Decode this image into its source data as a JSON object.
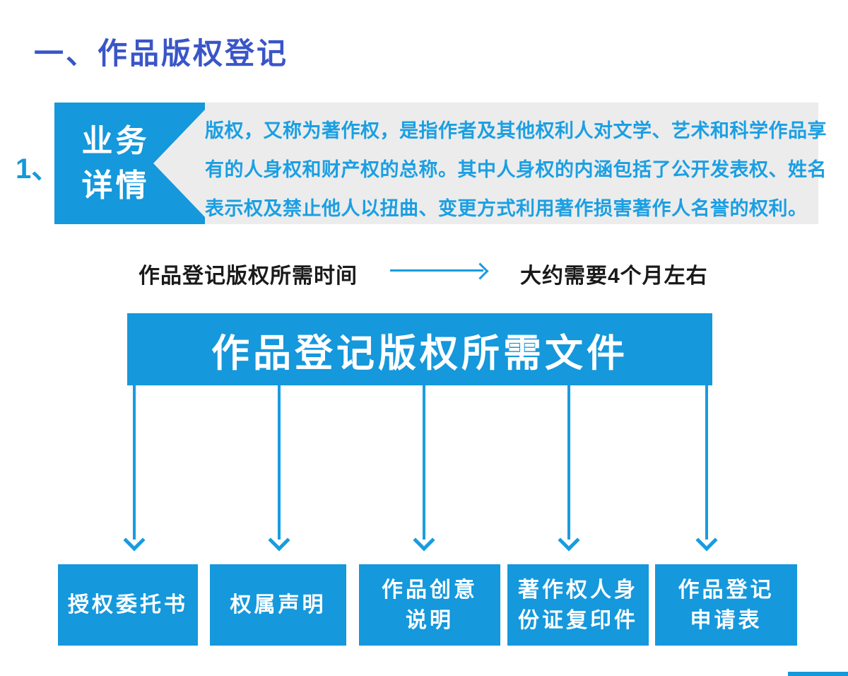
{
  "page": {
    "title": "一、作品版权登记",
    "section_number": "1、"
  },
  "business": {
    "tag_line1": "业务",
    "tag_line2": "详情",
    "description_lines": [
      "版权，又称为著作权，是指作者及其他权利人对文学、艺术和科学作品享",
      "有的人身权和财产权的总称。其中人身权的内涵包括了公开发表权、姓名",
      "表示权及禁止他人以扭曲、变更方式利用著作损害著作人名誉的权利。"
    ]
  },
  "timeline": {
    "label": "作品登记版权所需时间",
    "value": "大约需要4个月左右"
  },
  "documents": {
    "banner": "作品登记版权所需文件",
    "items": [
      {
        "lines": [
          "授权委托书"
        ]
      },
      {
        "lines": [
          "权属声明"
        ]
      },
      {
        "lines": [
          "作品创意",
          "说明"
        ]
      },
      {
        "lines": [
          "著作权人身",
          "份证复印件"
        ]
      },
      {
        "lines": [
          "作品登记",
          "申请表"
        ]
      }
    ]
  },
  "colors": {
    "azure": "#1598dc",
    "azure_text": "#1b9fe3",
    "title_blue": "#3a55c8",
    "panel_gray": "#ececec",
    "text_dark": "#1a1a1a"
  }
}
